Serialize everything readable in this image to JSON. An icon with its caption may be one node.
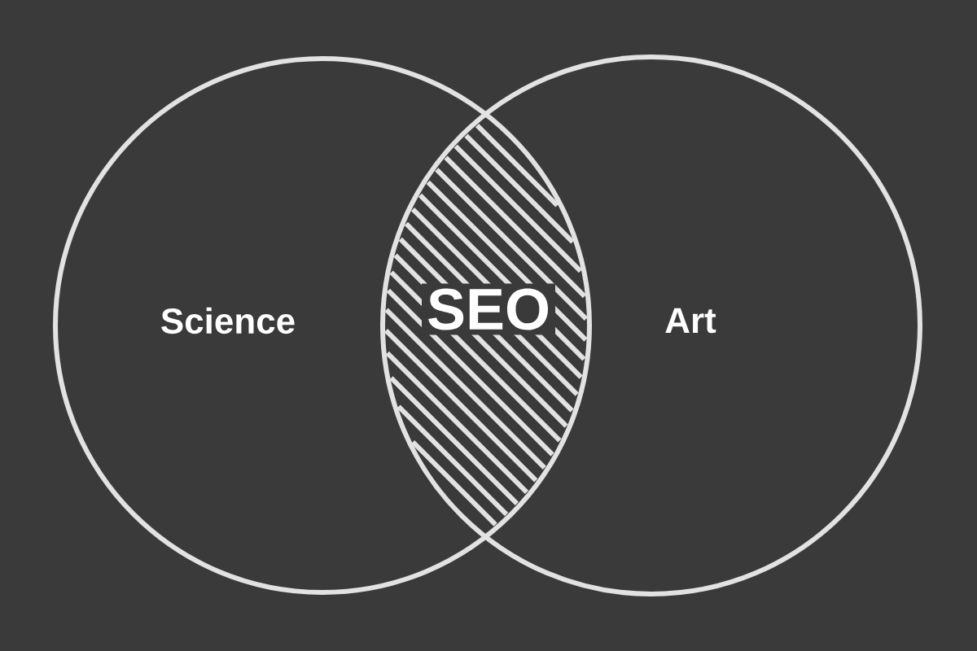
{
  "diagram": {
    "nodes": [
      {
        "text": [
          "Science"
        ]
      },
      {
        "text": [
          "Art"
        ]
      },
      {
        "text": [
          "SEO"
        ]
      }
    ]
  }
}
